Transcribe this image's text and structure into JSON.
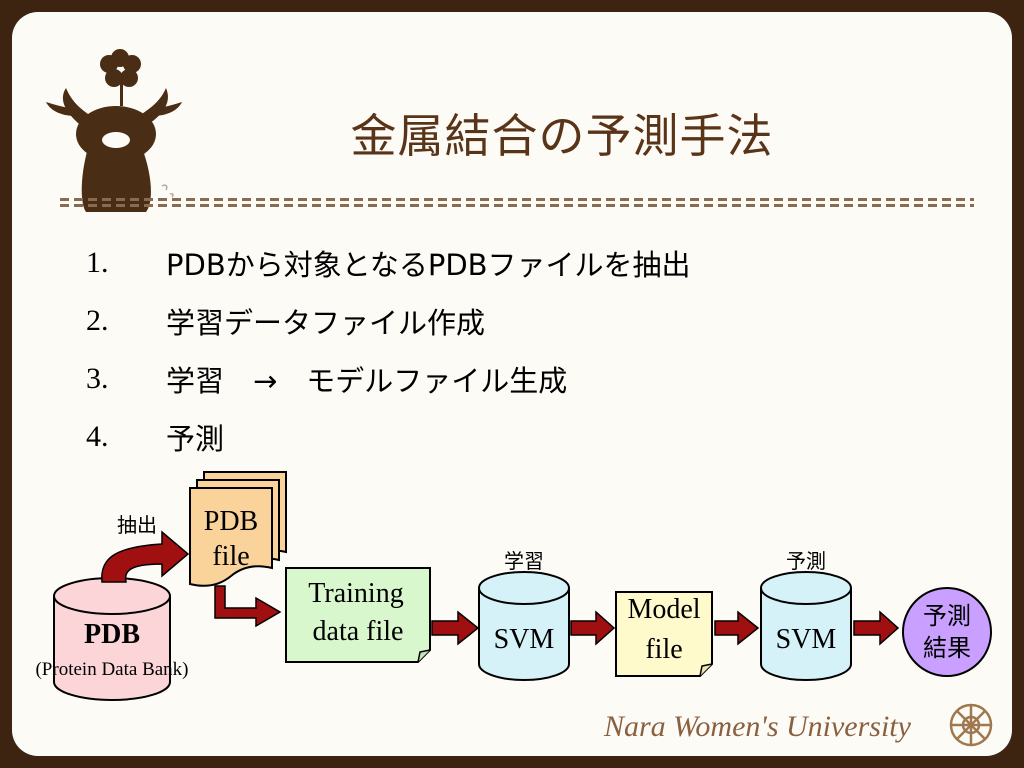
{
  "slide": {
    "title": "金属結合の予測手法",
    "steps": [
      {
        "num": "1.",
        "text": "PDBから対象となるPDBファイルを抽出"
      },
      {
        "num": "2.",
        "text": "学習データファイル作成"
      },
      {
        "num": "3.",
        "text": "学習　→　モデルファイル生成"
      },
      {
        "num": "4.",
        "text": "予測"
      }
    ],
    "footer": "Nara Women's University"
  },
  "diagram": {
    "pdb_db": {
      "name": "PDB",
      "subtitle": "(Protein Data Bank)"
    },
    "extract_label": "抽出",
    "pdb_file": {
      "line1": "PDB",
      "line2": "file"
    },
    "training_file": {
      "line1": "Training",
      "line2": "data file"
    },
    "learn_label": "学習",
    "svm_learn": "SVM",
    "model_file": {
      "line1": "Model",
      "line2": "file"
    },
    "predict_label": "予測",
    "svm_predict": "SVM",
    "result": {
      "line1": "予測",
      "line2": "結果"
    }
  },
  "colors": {
    "frame": "#3d2410",
    "title": "#5a3418",
    "pink": "#fcd5d9",
    "cyan": "#d5f2f8",
    "orange": "#fad39a",
    "green": "#d8f7cc",
    "yellow": "#fffacc",
    "purple": "#c9a0ff",
    "arrow": "#a01010"
  }
}
